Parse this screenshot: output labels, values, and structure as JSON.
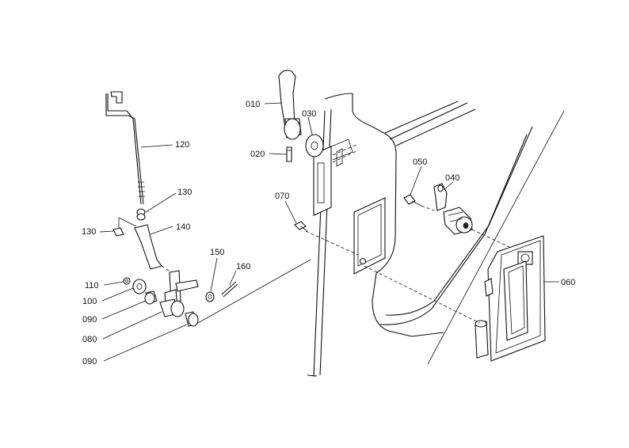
{
  "diagram": {
    "labels": {
      "p010": "010",
      "p020": "020",
      "p030": "030",
      "p040": "040",
      "p050": "050",
      "p060": "060",
      "p070": "070",
      "p080": "080",
      "p090a": "090",
      "p090b": "090",
      "p100": "100",
      "p110": "110",
      "p120": "120",
      "p130a": "130",
      "p130b": "130",
      "p140": "140",
      "p150": "150",
      "p160": "160"
    }
  }
}
